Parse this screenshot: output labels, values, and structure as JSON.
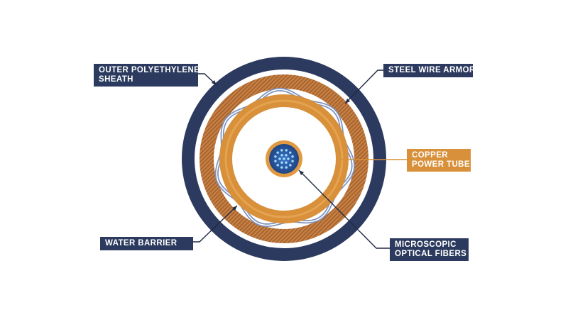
{
  "colors": {
    "navy": "#2b3a5e",
    "copper": "#d8903a",
    "copper_light": "#f0b363",
    "armor": "#c88043",
    "armor_stripe": "#a0602e",
    "barrier": "#7d91bd",
    "fiber_core": "#2c5aa0",
    "fiber_dot": "#9fe0ff",
    "leader": "#1f2a44"
  },
  "labels": {
    "outer_sheath": {
      "line1": "OUTER POLYETHYLENE",
      "line2": "SHEATH"
    },
    "steel_armor": {
      "line1": "STEEL WIRE ARMOR"
    },
    "copper_tube": {
      "line1": "COPPER",
      "line2": "POWER TUBE"
    },
    "water_barrier": {
      "line1": "WATER BARRIER"
    },
    "optical_fibers": {
      "line1": "MICROSCOPIC",
      "line2": "OPTICAL FIBERS"
    }
  }
}
